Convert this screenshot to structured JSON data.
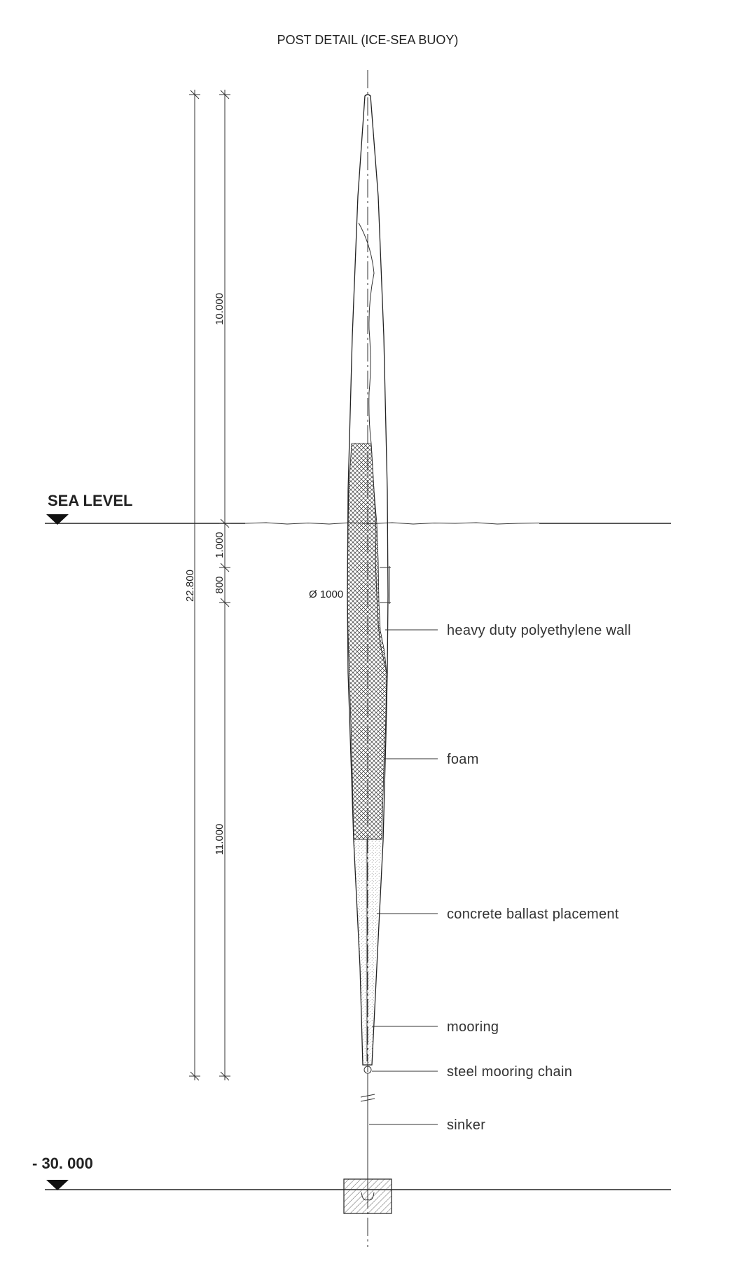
{
  "title": "POST DETAIL (ICE-SEA BUOY)",
  "levels": {
    "sea_level": "SEA LEVEL",
    "seabed": "- 30. 000"
  },
  "dimensions": {
    "overall": "22.800",
    "top_section": "10.000",
    "below_sea_1": "1.000",
    "below_sea_2": "800",
    "lower_section": "11.000",
    "diameter": "Ø 1000"
  },
  "callouts": [
    {
      "id": "wall",
      "label": "heavy duty polyethylene wall"
    },
    {
      "id": "foam",
      "label": "foam"
    },
    {
      "id": "ballast",
      "label": "concrete ballast placement"
    },
    {
      "id": "mooring",
      "label": "mooring"
    },
    {
      "id": "chain",
      "label": "steel mooring chain"
    },
    {
      "id": "sinker",
      "label": "sinker"
    }
  ]
}
